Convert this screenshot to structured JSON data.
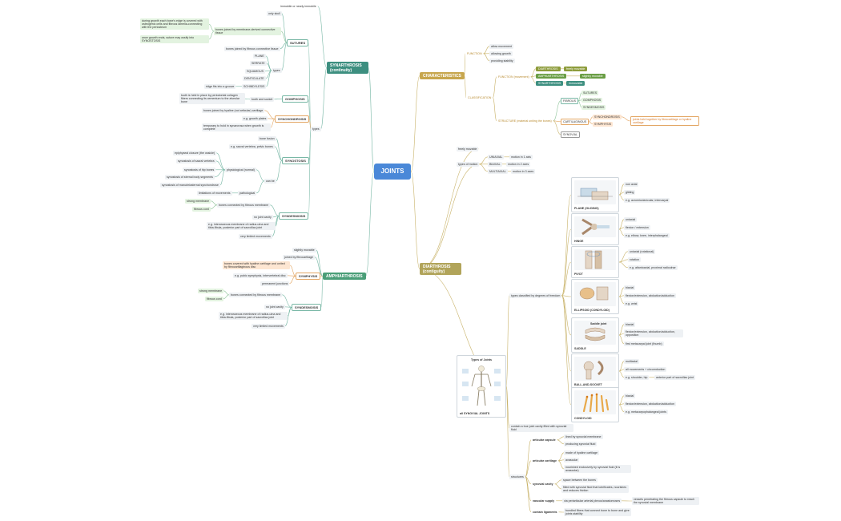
{
  "title": "JOINTS",
  "colors": {
    "root": "#4a88d8",
    "synarthrosis": "#3d8f80",
    "amphiarthrosis": "#4a9e78",
    "characteristics": "#c7a64d",
    "diarthrosis": "#b1a45a",
    "link_left": "#79b8a6",
    "link_right": "#c9b36a"
  },
  "synarthrosis": {
    "label": "SYNARTHROSIS (continuity)",
    "immobile": "immobile or nearly immobile",
    "types": "types",
    "sutures": {
      "label": "SUTURES",
      "only_skull": "only skull",
      "joined": "bones joined by membrane-derived connective tissue",
      "growth1": "during growth each bone's edge is covered with osteogenic cells and fibrous lamella-connecting with the periosteum",
      "growth2": "once growth ends, suture may ossify into SYNOSTOSIS",
      "fibrous": "bones joined by fibrous connective tissue",
      "types_label": "types",
      "types": [
        "PLANE",
        "SERRATE",
        "SQUAMOUS",
        "DENTICULATE",
        "SCHINDYLESIS"
      ],
      "ridge": "ridge fits into a groove"
    },
    "gomphosis": {
      "label": "GOMPHOSIS",
      "tooth": "tooth and socket",
      "desc": "tooth is held in place by periodontal collagen fibers connecting its cementum to the alveolar bone"
    },
    "synchondrosis": {
      "label": "SYNCHONDROSIS",
      "hyaline": "bones joined by hyaline (not articular) cartilage",
      "growth": "e.g. growth plates",
      "temp": "temporary to hold in synarcrosa when growth is complete"
    },
    "synostosis": {
      "label": "SYNOSTOSIS",
      "fusion": "bone fusion",
      "eg": "e.g. sacral vertebra, pelvic bones",
      "physio": "physiological (normal)",
      "patho": "pathological",
      "canbe": "can be",
      "physio_items": [
        "epiphyseal closure (the ossicle)",
        "synostosis of sacral vertebra",
        "synostosis of hip bones",
        "synostosis of sternal body segments",
        "synostosis of manubriosternal synchondrose"
      ],
      "limit": "limitations of movements"
    },
    "syndesmosis": {
      "label": "SYNDESMOSIS",
      "connected": "bones connected by fibrous membrane",
      "strong": "strong membrane",
      "cord": "fibrous cord",
      "no_cavity": "no joint cavity",
      "eg": "e.g. interosseous membrane of radius-ulna and tibia-fibula, posterior part of sacroiliac joint",
      "limited": "very limited movements"
    }
  },
  "amphiarthrosis": {
    "label": "AMPHIARTHROSIS",
    "slightly": "slightly movable",
    "fibrocart": "joined by fibrocartilage",
    "symphysis": {
      "label": "SYMPHYSIS",
      "covered": "bones covered with hyaline cartilage and united by fibrocartilaginous disc",
      "eg": "e.g. pubic symphysis, intervertebral disc",
      "permanent": "permanent junctions"
    },
    "syndesmosis": {
      "label": "SYNDESMOSIS",
      "connected": "bones connected by fibrous membrane",
      "strong": "strong membrane",
      "cord": "fibrous cord",
      "no_cavity": "no joint cavity",
      "eg": "e.g. interosseous membrane of radius-ulna and tibia-fibula, posterior part of sacroiliac joint",
      "limited": "very limited movements"
    }
  },
  "characteristics": {
    "label": "CHARACTERISTICS",
    "function": {
      "label": "FUNCTION",
      "items": [
        "allow movement",
        "allowing growth",
        "providing stability"
      ]
    },
    "classification": {
      "label": "CLASSIFICATION",
      "function_movement": "FUNCTION (movement)",
      "synarthrosis": "SYNARTHROSIS",
      "amphiarthrosis": "AMPHIARTHROSIS",
      "diarthrosis": "DIARTHROSIS",
      "freely": "freely movable",
      "slightly": "slightly movable",
      "immovable": "immovable",
      "structure": "STRUCTURE (material uniting the bones)",
      "fibrous": "FIBROUS",
      "fibrous_items": [
        "SUTURES",
        "GOMPHOSIS",
        "SYNDESMOSIS"
      ],
      "cartilaginous": "CARTILAGINOUS",
      "cart_items": [
        "SYNCHONDROSIS",
        "SYMPHYSIS"
      ],
      "cart_note": "joints held together by fibrocartilage or hyaline cartilage",
      "synovial": "SYNOVIAL"
    }
  },
  "diarthrosis": {
    "label": "DIARTHROSIS (contiguity)",
    "freely": "freely movable",
    "types_of_motion": "types of motion",
    "motion": [
      {
        "name": "UNIAXIAL",
        "desc": "motion in 1 axis"
      },
      {
        "name": "BIAXIAL",
        "desc": "motion in 2 axes"
      },
      {
        "name": "MULTIAXIAL",
        "desc": "motion in 3 axes"
      }
    ],
    "types_classified": "types classified by degrees of freedom",
    "joints": [
      {
        "name": "PLANE (GLIDING)",
        "props": [
          "non axial",
          "gliding",
          "e.g. acromioclavicular, intercarpal"
        ]
      },
      {
        "name": "HINGE",
        "props": [
          "uniaxial",
          "flexion / extension",
          "e.g. elbow, knee, interphalangeal"
        ]
      },
      {
        "name": "PIVOT",
        "props": [
          "uniaxial (rotational)",
          "rotation",
          "e.g. atlantoaxial, proximal radioulnar"
        ]
      },
      {
        "name": "ELLIPSOID (CONDYLOID)",
        "props": [
          "biaxial",
          "flexion/extension, abduction/adduction",
          "e.g. wrist"
        ]
      },
      {
        "name": "SADDLE",
        "props": [
          "biaxial",
          "flexion/extension, abduction/adduction, opposition",
          "first metacarpal joint (thumb)"
        ]
      },
      {
        "name": "BALL-AND-SOCKET",
        "props": [
          "multiaxial",
          "all movements + circumduction",
          "e.g. shoulder, hip"
        ],
        "extra": "anterior part of sacroiliac joint"
      },
      {
        "name": "CONDYLOID",
        "props": [
          "biaxial",
          "flexion/extension, abduction/adduction",
          "e.g. metacarpophalangeal joints"
        ]
      }
    ],
    "synovial_card": {
      "title": "Types of Joints",
      "caption": "all SYNOVIAL JOINTS"
    },
    "saddle_title": "Saddle joint",
    "contain": "contain a true joint cavity filled with synovial fluid",
    "structures": "structures",
    "capsule": {
      "label": "articular capsule",
      "items": [
        "lined by synovial membrane",
        "producing synovial fluid"
      ]
    },
    "cartilage": {
      "label": "articular cartilage",
      "items": [
        "made of hyaline cartilage",
        "avascular",
        "nourished exclusively by synovial fluid (it is avascular)"
      ]
    },
    "cavity": {
      "label": "synovial cavity",
      "items": [
        "space between the bones",
        "filled with synovial fluid that lubrificates, nourishes and reduces friction"
      ]
    },
    "vascular": {
      "label": "vascular supply",
      "item": "via periarticular arterial plexus/anastomoses",
      "extra": "vessels penetrating the fibrous capsule to reach the synovial membrane"
    },
    "ligaments": {
      "label": "contain ligaments",
      "item": "bundled fibers that connect bone to bone and give joints stability"
    }
  }
}
